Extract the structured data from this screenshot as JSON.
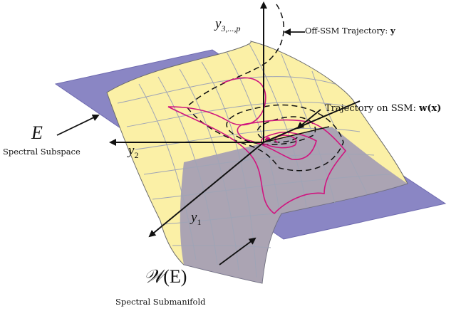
{
  "labels": {
    "y_axis_top": "y",
    "y_axis_top_sub": "3,...,p",
    "y2": "y",
    "y2_sub": "2",
    "y1": "y",
    "y1_sub": "1",
    "E_symbol": "E",
    "spectral_subspace": "Spectral Subspace",
    "W_symbol": "𝒲",
    "W_arg": "(E)",
    "spectral_submanifold": "Spectral Submanifold",
    "off_ssm_text": "Off-SSM Trajectory: ",
    "off_ssm_var": "y",
    "on_ssm_text": "Trajectory on SSM: ",
    "on_ssm_var": "w(x)"
  },
  "colors": {
    "plane_fill": "#8a86c4",
    "plane_stroke": "#6f6bb0",
    "surface_fill": "#fbf0a6",
    "surface_shadow": "#8c86b8",
    "grid": "#9fa4b6",
    "magenta": "#d0157f",
    "black": "#111111"
  }
}
